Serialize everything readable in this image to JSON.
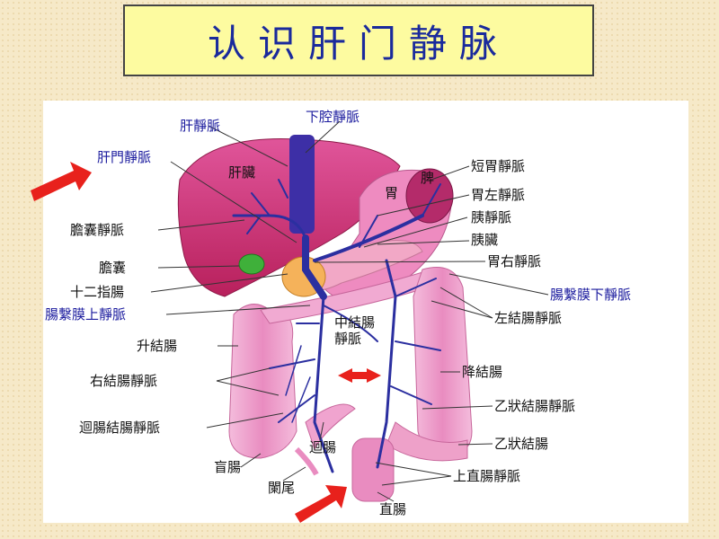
{
  "title": "认识肝门静脉",
  "colors": {
    "title_bg": "#fdfba0",
    "title_text": "#1a2a9c",
    "vein": "#2b2fa0",
    "organ_liver": "#cf3a78",
    "organ_intestine": "#eea1c9",
    "arrow": "#e8211c",
    "label_blue": "#1b1b9e"
  },
  "labels": {
    "hepatic_vein": "肝靜脈",
    "ivc": "下腔靜脈",
    "portal_vein": "肝門靜脈",
    "liver": "肝臟",
    "stomach": "胃",
    "spleen": "脾",
    "short_gastric": "短胃靜脈",
    "left_gastric": "胃左靜脈",
    "splenic_vein": "胰靜脈",
    "pancreas": "胰臟",
    "right_gastric": "胃右靜脈",
    "cystic_vein": "膽囊靜脈",
    "gallbladder": "膽囊",
    "duodenum": "十二指腸",
    "imv": "腸繫膜下靜脈",
    "smv": "腸繫膜上靜脈",
    "middle_colic_1": "中結腸",
    "middle_colic_2": "靜脈",
    "left_colic": "左結腸靜脈",
    "ascending_colon": "升結腸",
    "descending_colon": "降結腸",
    "right_colic": "右結腸靜脈",
    "sigmoid_vein": "乙狀結腸靜脈",
    "ileocolic": "迴腸結腸靜脈",
    "ileum": "迴腸",
    "sigmoid_colon": "乙狀結腸",
    "cecum": "盲腸",
    "superior_rectal": "上直腸靜脈",
    "appendix": "闌尾",
    "rectum": "直腸"
  }
}
